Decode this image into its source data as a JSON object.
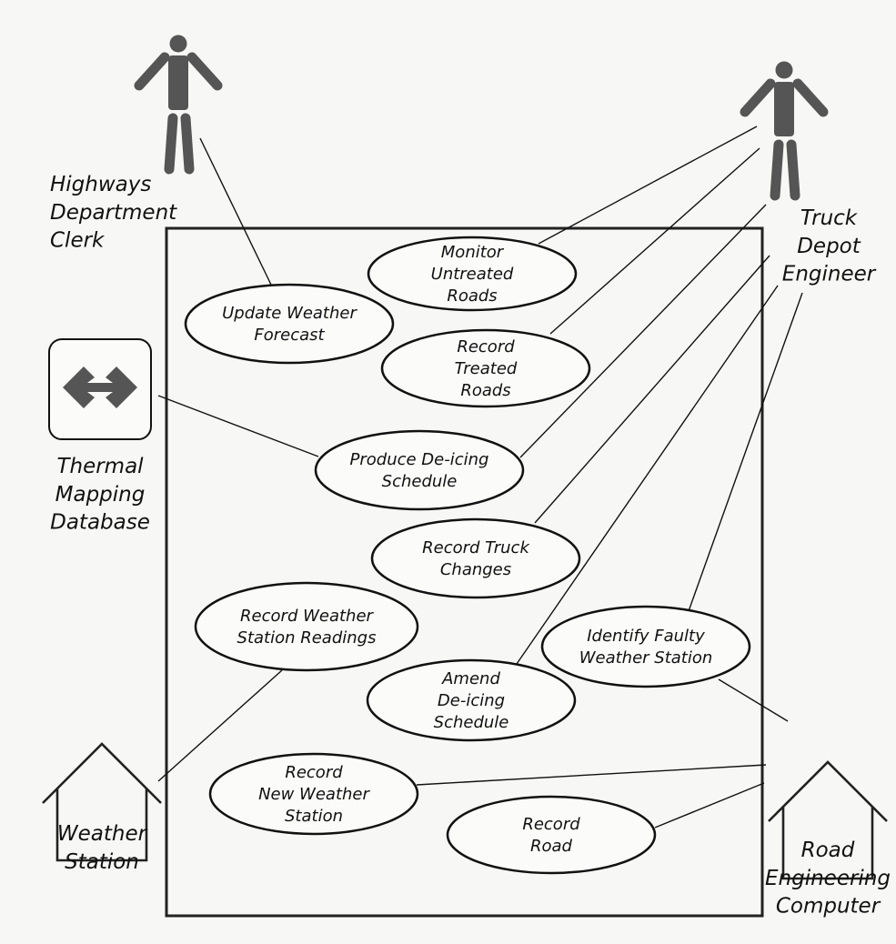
{
  "diagram": {
    "type": "use-case",
    "system_boundary": "system",
    "actors": [
      {
        "id": "clerk",
        "kind": "person",
        "icon": "person-icon",
        "lines": [
          "Highways",
          "Department",
          "Clerk"
        ]
      },
      {
        "id": "engineer",
        "kind": "person",
        "icon": "person-icon",
        "lines": [
          "Truck",
          "Depot",
          "Engineer"
        ]
      },
      {
        "id": "thermal",
        "kind": "system",
        "icon": "bidirectional-arrow-icon",
        "lines": [
          "Thermal",
          "Mapping",
          "Database"
        ]
      },
      {
        "id": "weather",
        "kind": "system",
        "icon": "house-icon",
        "lines": [
          "Weather",
          "Station"
        ]
      },
      {
        "id": "road",
        "kind": "system",
        "icon": "house-icon",
        "lines": [
          "Road",
          "Engineering",
          "Computer"
        ]
      }
    ],
    "use_cases": [
      {
        "id": "monitor",
        "lines": [
          "Monitor",
          "Untreated",
          "Roads"
        ]
      },
      {
        "id": "update",
        "lines": [
          "Update Weather",
          "Forecast"
        ]
      },
      {
        "id": "treated",
        "lines": [
          "Record",
          "Treated",
          "Roads"
        ]
      },
      {
        "id": "produce",
        "lines": [
          "Produce De-icing",
          "Schedule"
        ]
      },
      {
        "id": "truck",
        "lines": [
          "Record Truck",
          "Changes"
        ]
      },
      {
        "id": "readings",
        "lines": [
          "Record Weather",
          "Station Readings"
        ]
      },
      {
        "id": "faulty",
        "lines": [
          "Identify Faulty",
          "Weather Station"
        ]
      },
      {
        "id": "amend",
        "lines": [
          "Amend",
          "De-icing",
          "Schedule"
        ]
      },
      {
        "id": "newstation",
        "lines": [
          "Record",
          "New Weather",
          "Station"
        ]
      },
      {
        "id": "road_uc",
        "lines": [
          "Record",
          "Road"
        ]
      }
    ],
    "associations": [
      [
        "clerk",
        "update"
      ],
      [
        "engineer",
        "monitor"
      ],
      [
        "engineer",
        "treated"
      ],
      [
        "engineer",
        "produce"
      ],
      [
        "engineer",
        "truck"
      ],
      [
        "engineer",
        "amend"
      ],
      [
        "engineer",
        "faulty"
      ],
      [
        "thermal",
        "produce"
      ],
      [
        "weather",
        "readings"
      ],
      [
        "road",
        "faulty"
      ],
      [
        "road",
        "newstation"
      ],
      [
        "road",
        "road_uc"
      ]
    ]
  }
}
